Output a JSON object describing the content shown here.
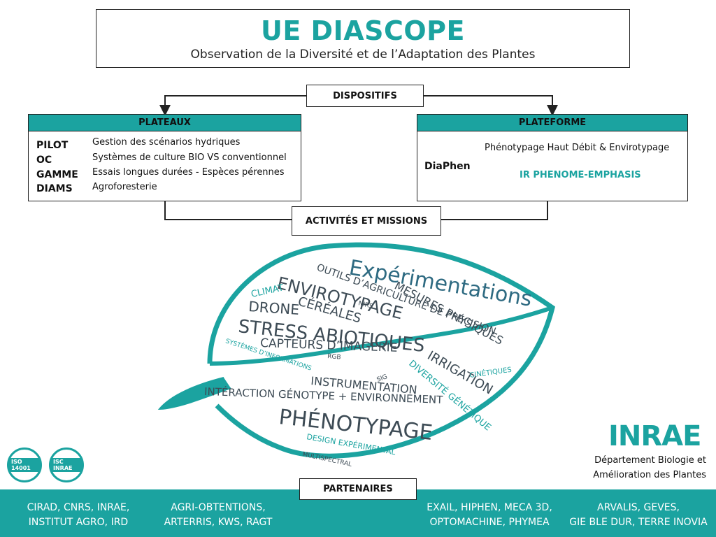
{
  "header": {
    "title": "UE DIASCOPE",
    "subtitle": "Observation de la Diversité et de l’Adaptation des Plantes"
  },
  "dispositifs_label": "DISPOSITIFS",
  "plateaux": {
    "heading": "PLATEAUX",
    "rows": [
      {
        "code": "PILOT",
        "desc": "Gestion des scénarios hydriques"
      },
      {
        "code": "OC",
        "desc": "Systèmes de culture BIO VS conventionnel"
      },
      {
        "code": "GAMME",
        "desc": "Essais longues durées - Espèces pérennes"
      },
      {
        "code": "DIAMS",
        "desc": "Agroforesterie"
      }
    ]
  },
  "plateforme": {
    "heading": "PLATEFORME",
    "code": "DiaPhen",
    "desc": "Phénotypage Haut Débit & Envirotypage",
    "link": "IR PHENOME-EMPHASIS"
  },
  "activites_label": "ACTIVITÉS ET MISSIONS",
  "word_cloud": {
    "words": [
      {
        "text": "Expérimentations",
        "color": "#2f6b82"
      },
      {
        "text": "ENVIROTYPAGE",
        "color": "#3d4b55"
      },
      {
        "text": "STRESS ABIOTIQUES",
        "color": "#3d4b55"
      },
      {
        "text": "PHÉNOTYPAGE",
        "color": "#3d4b55"
      },
      {
        "text": "MESURES PHYSIQUES",
        "color": "#3d4b55"
      },
      {
        "text": "OUTILS D’AGRICULTURE DE PRÉCISION",
        "color": "#3d4b55"
      },
      {
        "text": "DRONE",
        "color": "#3d4b55"
      },
      {
        "text": "CÉRÉALES",
        "color": "#3d4b55"
      },
      {
        "text": "CAPTEURS D’IMAGERIE",
        "color": "#3d4b55"
      },
      {
        "text": "IRRIGATION",
        "color": "#3d4b55"
      },
      {
        "text": "INSTRUMENTATION",
        "color": "#3d4b55"
      },
      {
        "text": "INTÉRACTION GÉNOTYPE + ENVIRONNEMENT",
        "color": "#3d4b55"
      },
      {
        "text": "DIVERSITÉ GÉNÉTIQUE",
        "color": "#1ba3a0"
      },
      {
        "text": "CLIMAT",
        "color": "#1ba3a0"
      },
      {
        "text": "DESIGN EXPÉRIMENTAL",
        "color": "#1ba3a0"
      },
      {
        "text": "SYSTÈMES D’INFORMATIONS",
        "color": "#1ba3a0"
      },
      {
        "text": "MULTISPECTRAL",
        "color": "#3d4b55"
      },
      {
        "text": "CINÉTIQUES",
        "color": "#1ba3a0"
      },
      {
        "text": "NIRS",
        "color": "#3d4b55"
      },
      {
        "text": "RGB",
        "color": "#3d4b55"
      },
      {
        "text": "SIG",
        "color": "#3d4b55"
      }
    ]
  },
  "partenaires_label": "PARTENAIRES",
  "partners": [
    {
      "line1": "CIRAD, CNRS, INRAE,",
      "line2": "INSTITUT AGRO, IRD"
    },
    {
      "line1": "AGRI-OBTENTIONS,",
      "line2": "ARTERRIS, KWS, RAGT"
    },
    {
      "line1": "EXAIL, HIPHEN, MECA 3D,",
      "line2": "OPTOMACHINE, PHYMEA"
    },
    {
      "line1": "ARVALIS, GEVES,",
      "line2": "GIE BLE DUR, TERRE INOVIA"
    }
  ],
  "logo": {
    "name": "INRAE",
    "dept_line1": "Département Biologie et",
    "dept_line2": "Amélioration des Plantes"
  },
  "certifications": [
    {
      "label": "ISO 14001"
    },
    {
      "label": "ISC INRAE"
    }
  ],
  "colors": {
    "accent": "#1ba3a0",
    "dark": "#3d4b55"
  }
}
